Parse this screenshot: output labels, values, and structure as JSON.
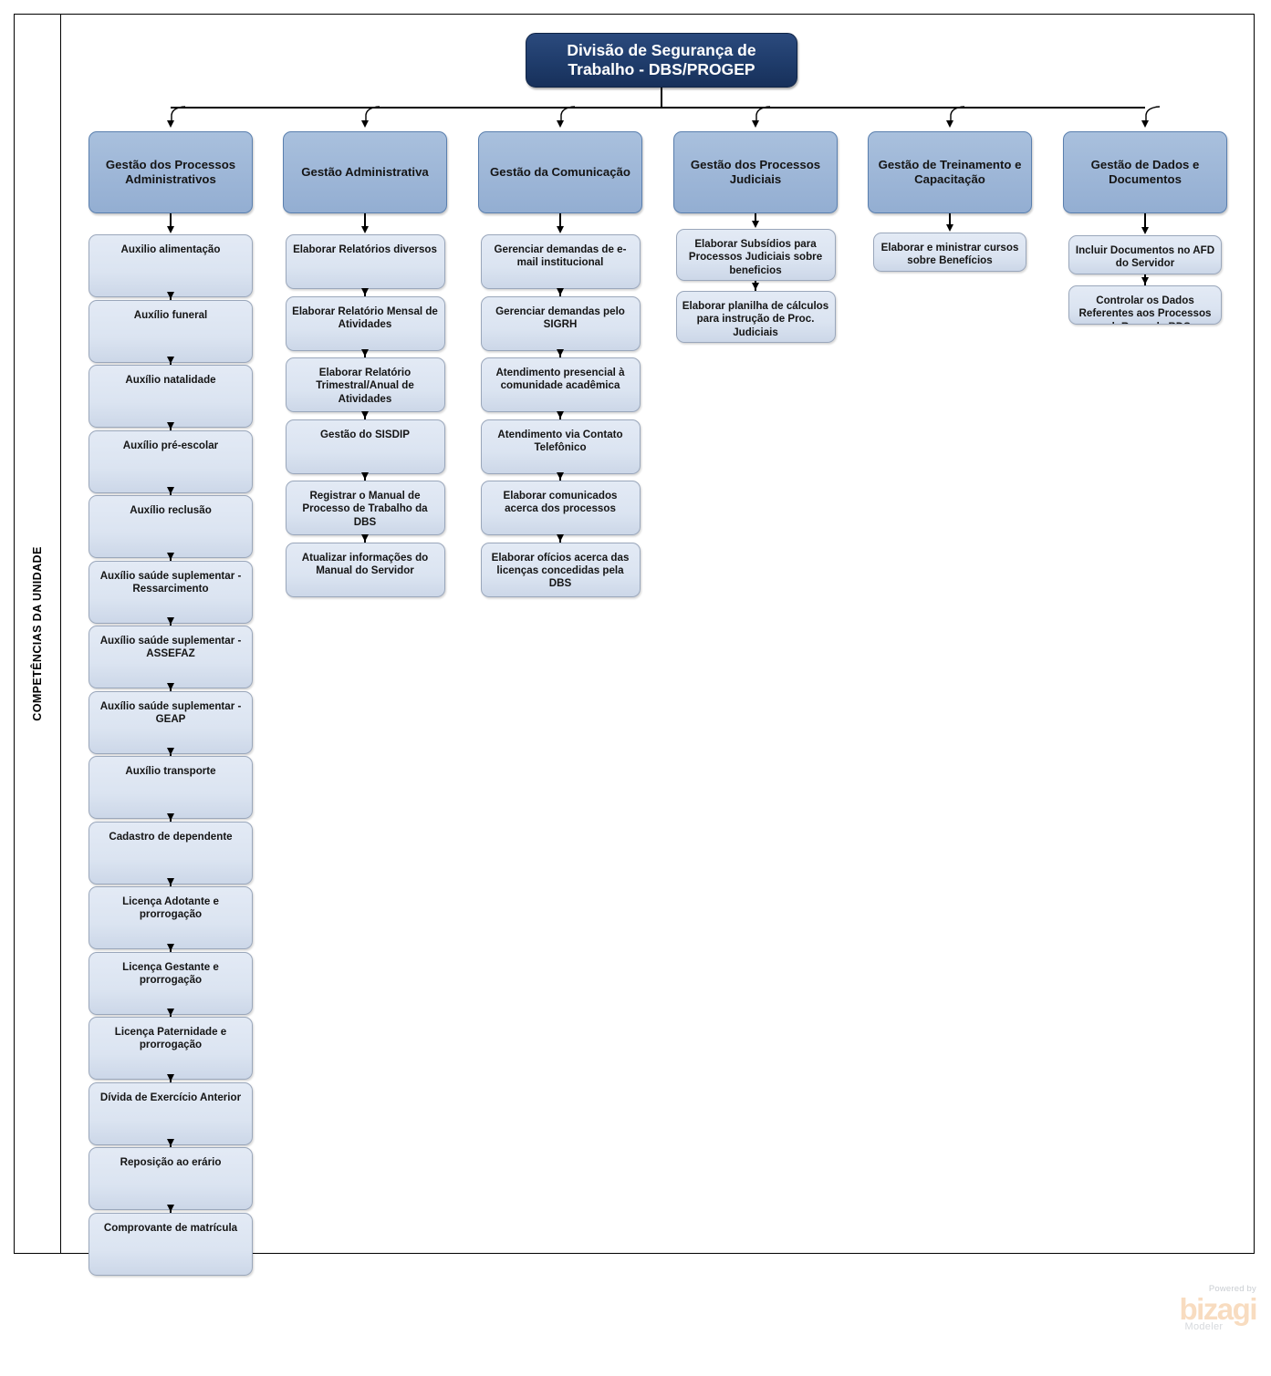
{
  "diagram": {
    "type": "org-chart",
    "lane_label": "COMPETÊNCIAS DA UNIDADE",
    "root": {
      "label": "Divisão de Segurança de Trabalho - DBS/PROGEP",
      "color": "#1f3c6b"
    },
    "category_color": "#9db6d7",
    "task_color": "#dbe4f1",
    "columns": [
      {
        "header": "Gestão dos Processos Administrativos",
        "tasks": [
          "Auxilio alimentação",
          "Auxílio funeral",
          "Auxílio natalidade",
          "Auxílio pré-escolar",
          "Auxílio  reclusão",
          "Auxílio saúde suplementar - Ressarcimento",
          "Auxílio saúde suplementar - ASSEFAZ",
          "Auxílio saúde suplementar - GEAP",
          "Auxílio  transporte",
          "Cadastro de dependente",
          "Licença Adotante e prorrogação",
          "Licença Gestante e prorrogação",
          "Licença Paternidade e prorrogação",
          "Dívida de Exercício Anterior",
          "Reposição ao erário",
          "Comprovante de matrícula"
        ]
      },
      {
        "header": "Gestão Administrativa",
        "tasks": [
          "Elaborar Relatórios diversos",
          "Elaborar Relatório Mensal de Atividades",
          "Elaborar Relatório Trimestral/Anual de Atividades",
          "Gestão do SISDIP",
          "Registrar o Manual de Processo de Trabalho da DBS",
          "Atualizar informações do Manual do Servidor"
        ]
      },
      {
        "header": "Gestão da Comunicação",
        "tasks": [
          "Gerenciar demandas de e-mail institucional",
          "Gerenciar demandas pelo SIGRH",
          "Atendimento presencial à comunidade acadêmica",
          "Atendimento via Contato Telefônico",
          "Elaborar comunicados acerca dos processos",
          "Elaborar ofícios acerca das licenças concedidas pela DBS"
        ]
      },
      {
        "header": "Gestão dos Processos Judiciais",
        "tasks": [
          "Elaborar Subsídios para Processos Judiciais sobre beneficios",
          "Elaborar planilha de cálculos para instrução de Proc. Judiciais"
        ]
      },
      {
        "header": "Gestão de Treinamento e Capacitação",
        "tasks": [
          "Elaborar e ministrar cursos sobre Benefícios"
        ]
      },
      {
        "header": "Gestão de Dados e Documentos",
        "tasks": [
          "Incluir Documentos no AFD do Servidor",
          "Controlar os Dados Referentes aos Processos sob Resp. da BDS"
        ]
      }
    ]
  },
  "watermark": {
    "powered_by": "Powered by",
    "brand": "bizagi",
    "product": "Modeler"
  }
}
